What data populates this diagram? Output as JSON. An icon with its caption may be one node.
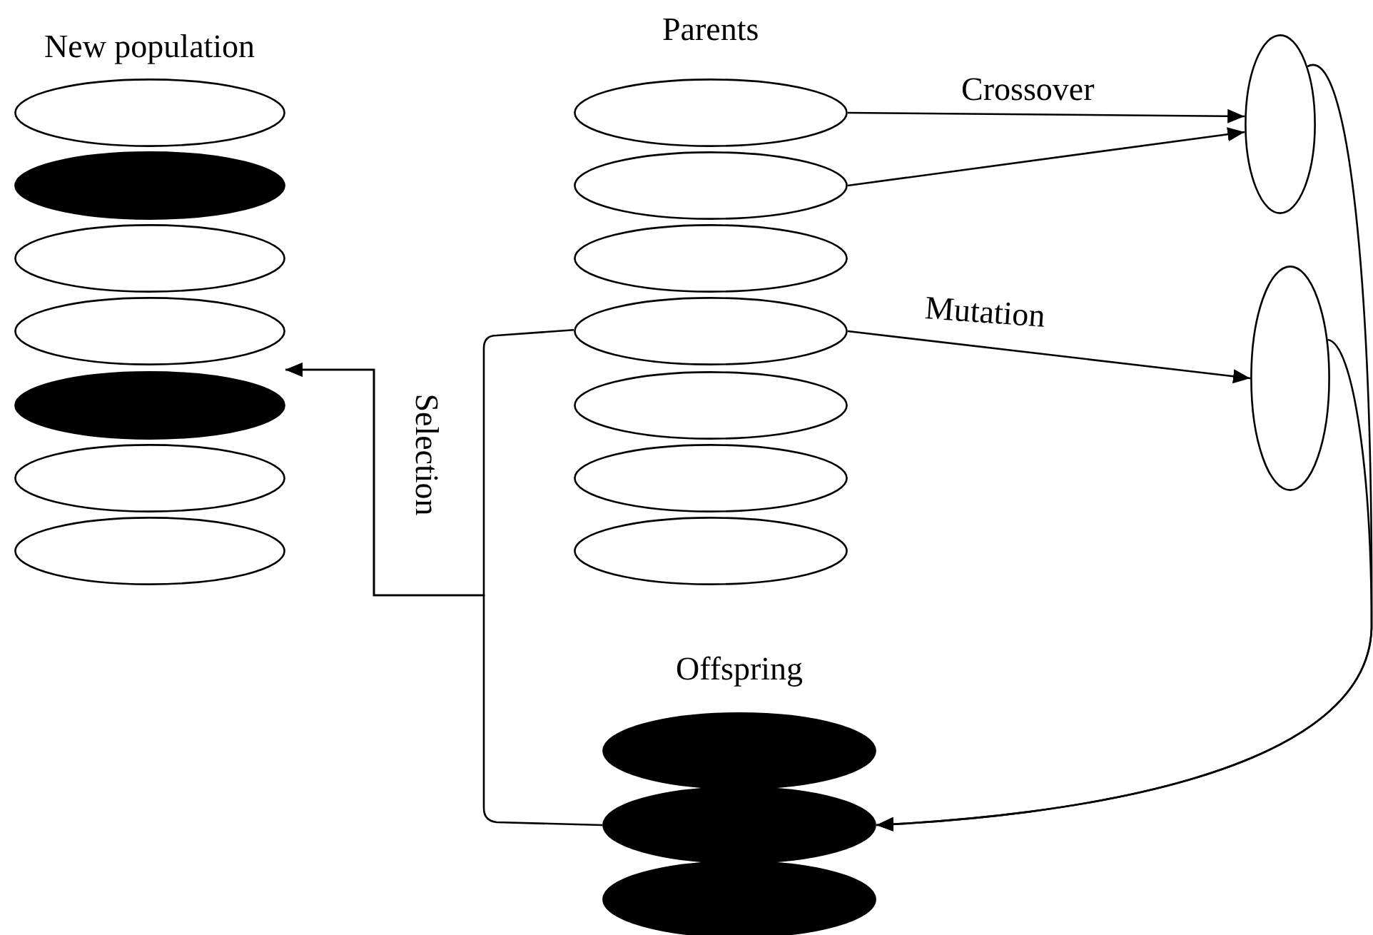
{
  "diagram": {
    "nodes": [
      {
        "text": [],
        "shape": "ellipse"
      },
      {
        "text": [],
        "shape": "ellipse"
      },
      {
        "text": [],
        "shape": "ellipse"
      },
      {
        "text": [],
        "shape": "ellipse"
      },
      {
        "text": [],
        "shape": "ellipse"
      },
      {
        "text": [],
        "shape": "ellipse"
      },
      {
        "text": [],
        "shape": "ellipse"
      },
      {
        "text": [],
        "shape": "ellipse"
      },
      {
        "text": [],
        "shape": "ellipse"
      },
      {
        "text": [],
        "shape": "ellipse"
      },
      {
        "text": [],
        "shape": "ellipse"
      },
      {
        "text": [],
        "shape": "ellipse"
      },
      {
        "text": [],
        "shape": "ellipse"
      },
      {
        "text": [],
        "shape": "ellipse"
      },
      {
        "text": [],
        "shape": "ellipse"
      },
      {
        "text": [],
        "shape": "ellipse"
      },
      {
        "text": [],
        "shape": "ellipse"
      },
      {
        "text": [],
        "shape": "ellipse"
      },
      {
        "text": [],
        "shape": "ellipse"
      }
    ],
    "edges": [
      {
        "from": 7,
        "to": 14,
        "arrow": "to",
        "label": "Crossover"
      },
      {
        "from": 8,
        "to": 14,
        "arrow": "to"
      },
      {
        "from": 10,
        "to": 15,
        "arrow": "to",
        "label": "Mutation"
      },
      {
        "from": 14,
        "to": 17,
        "arrow": "to"
      },
      {
        "from": 15,
        "to": 17,
        "arrow": "to"
      },
      {
        "from": 10,
        "to": 4,
        "arrow": "to",
        "label": "Selection"
      },
      {
        "from": 17,
        "to": 4,
        "arrow": "to"
      }
    ],
    "labels": [
      "New population",
      "Parents",
      "Offspring"
    ]
  }
}
